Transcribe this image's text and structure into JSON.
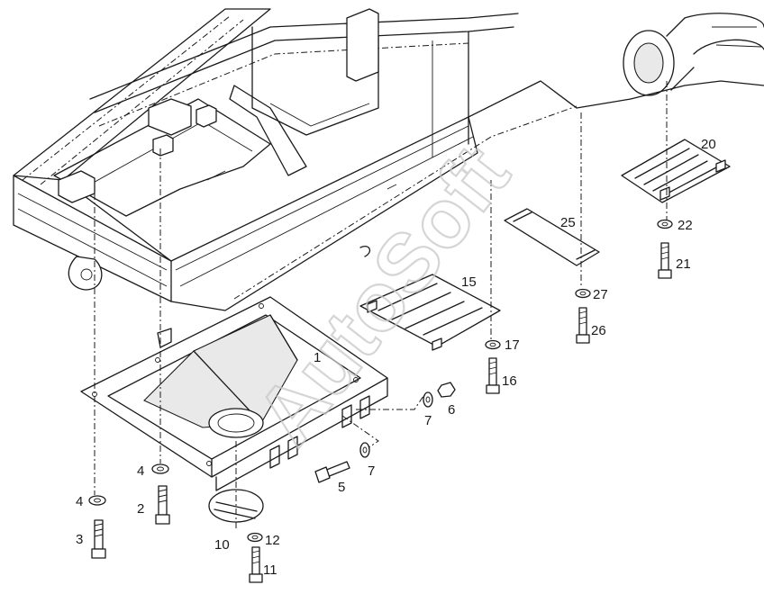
{
  "watermark": "AutoSoft",
  "callouts": {
    "c1": "1",
    "c2": "2",
    "c3": "3",
    "c4a": "4",
    "c4b": "4",
    "c5": "5",
    "c6": "6",
    "c7a": "7",
    "c7b": "7",
    "c10": "10",
    "c11": "11",
    "c12": "12",
    "c15": "15",
    "c16": "16",
    "c17": "17",
    "c20": "20",
    "c21": "21",
    "c22": "22",
    "c25": "25",
    "c26": "26",
    "c27": "27"
  }
}
